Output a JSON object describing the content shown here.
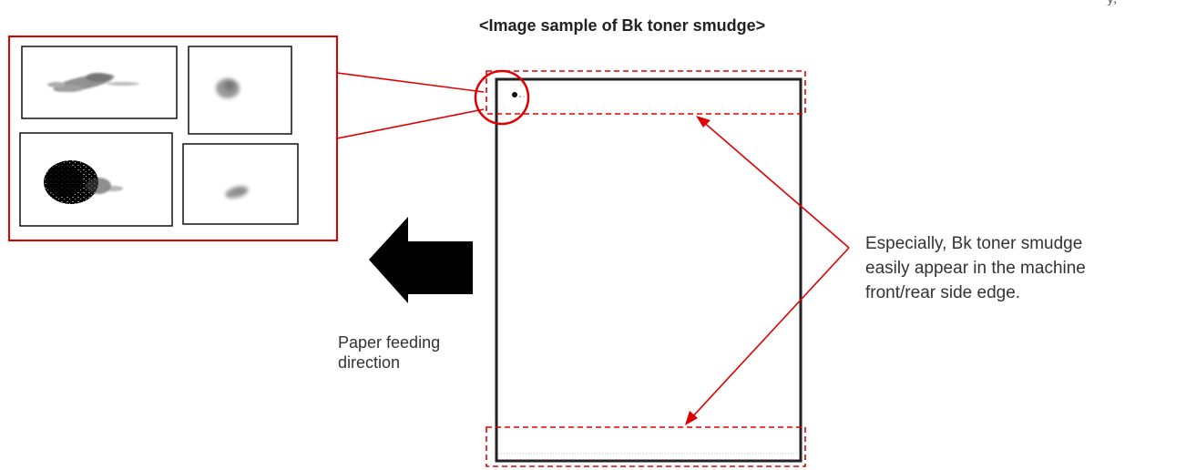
{
  "title": "<Image sample of Bk toner smudge>",
  "corner_mark": "y,",
  "callout_text": [
    "Especially, Bk toner smudge",
    "easily appear in the machine",
    "front/rear side edge."
  ],
  "arrow_label": [
    "Paper feeding",
    "direction"
  ],
  "colors": {
    "highlight": "#e00000",
    "ink": "#000000",
    "frame": "#222222"
  },
  "samples": [
    {
      "name": "streak-smudge"
    },
    {
      "name": "light-smudge"
    },
    {
      "name": "heavy-smudge"
    },
    {
      "name": "faint-smudge"
    }
  ]
}
